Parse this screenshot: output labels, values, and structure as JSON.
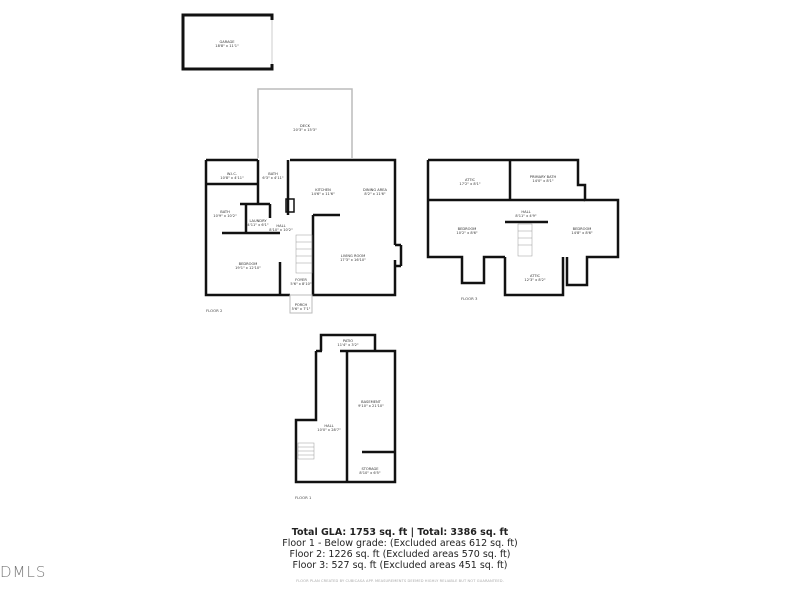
{
  "rooms": {
    "garage": {
      "name": "GARAGE",
      "dim": "18'8\" x 11'1\""
    },
    "deck": {
      "name": "DECK",
      "dim": "20'3\" x 15'3\""
    },
    "wic": {
      "name": "W.I.C.",
      "dim": "10'8\" x 4'11\""
    },
    "bath_a": {
      "name": "BATH",
      "dim": "6'3\" x 4'11\""
    },
    "kitchen": {
      "name": "KITCHEN",
      "dim": "14'6\" x 11'6\""
    },
    "dining": {
      "name": "DINING AREA",
      "dim": "8'2\" x 11'6\""
    },
    "bath_b": {
      "name": "BATH",
      "dim": "10'9\" x 10'2\""
    },
    "laundry": {
      "name": "LAUNDRY",
      "dim": "4'11\" x 6'1\""
    },
    "hall2": {
      "name": "HALL",
      "dim": "8'10\" x 10'2\""
    },
    "bedroom2": {
      "name": "BEDROOM",
      "dim": "19'1\" x 12'10\""
    },
    "living": {
      "name": "LIVING ROOM",
      "dim": "17'3\" x 16'10\""
    },
    "foyer": {
      "name": "FOYER",
      "dim": "5'6\" x 8'10\""
    },
    "porch": {
      "name": "PORCH",
      "dim": "5'6\" x 7'1\""
    },
    "attic_a": {
      "name": "ATTIC",
      "dim": "17'2\" x 8'1\""
    },
    "primary_bath": {
      "name": "PRIMARY BATH",
      "dim": "14'0\" x 8'1\""
    },
    "hall3": {
      "name": "HALL",
      "dim": "8'11\" x 4'9\""
    },
    "bedroom3a": {
      "name": "BEDROOM",
      "dim": "10'2\" x 8'6\""
    },
    "bedroom3b": {
      "name": "BEDROOM",
      "dim": "14'8\" x 8'6\""
    },
    "attic_b": {
      "name": "ATTIC",
      "dim": "12'3\" x 8'2\""
    },
    "patio": {
      "name": "PATIO",
      "dim": "11'4\" x 3'2\""
    },
    "hall1": {
      "name": "HALL",
      "dim": "10'0\" x 28'7\""
    },
    "basement": {
      "name": "BASEMENT",
      "dim": "9'10\" x 21'10\""
    },
    "storage": {
      "name": "STORAGE",
      "dim": "8'10\" x 6'5\""
    }
  },
  "floor_labels": {
    "floor2": "FLOOR 2",
    "floor3": "FLOOR 3",
    "floor1": "FLOOR 1"
  },
  "summary": {
    "total": "Total GLA: 1753 sq. ft | Total: 3386 sq. ft",
    "floor1": "Floor 1 - Below grade: (Excluded areas 612 sq. ft)",
    "floor2": "Floor 2: 1226 sq. ft (Excluded areas 570 sq. ft)",
    "floor3": "Floor 3: 527 sq. ft (Excluded areas 451 sq. ft)"
  },
  "footer": "FLOOR PLAN CREATED BY CUBICASA APP. MEASUREMENTS DEEMED HIGHLY RELIABLE BUT NOT GUARANTEED.",
  "logo": "DMLS",
  "colors": {
    "wall": "#111111",
    "window": "#cccccc",
    "deck": "#bbbbbb"
  }
}
